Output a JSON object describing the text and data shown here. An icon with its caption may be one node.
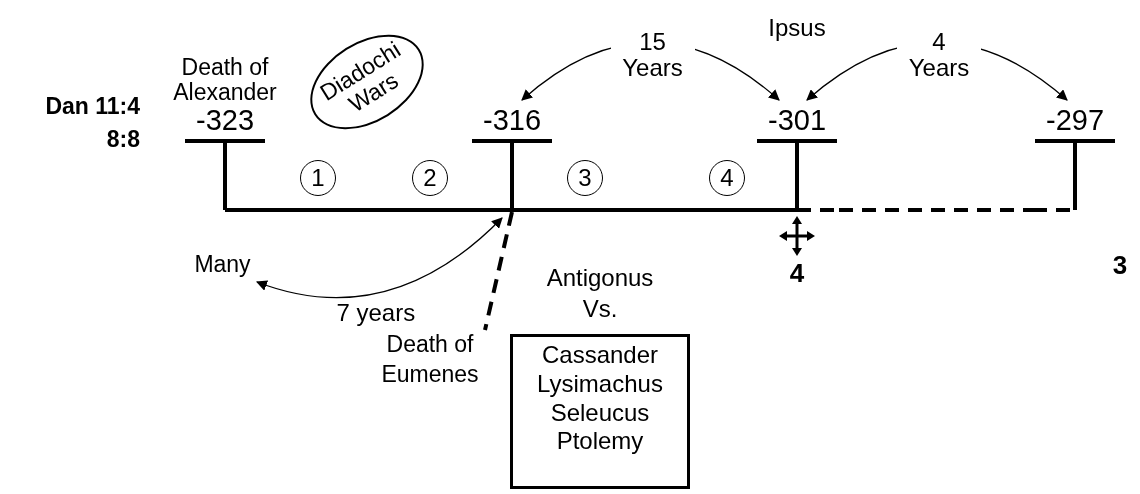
{
  "diagram": {
    "nodes": [
      {
        "text": [
          "Death of Alexander",
          "-323"
        ]
      },
      {
        "text": [
          "Diadochi Wars"
        ]
      },
      {
        "text": [
          "-316"
        ]
      },
      {
        "text": [
          "-301"
        ],
        "beside": [
          "Ipsus"
        ]
      },
      {
        "text": [
          "-297"
        ]
      },
      {
        "text": [
          "1"
        ]
      },
      {
        "text": [
          "2"
        ]
      },
      {
        "text": [
          "3"
        ]
      },
      {
        "text": [
          "4"
        ]
      },
      {
        "text": [
          "Many"
        ]
      },
      {
        "text": [
          "Death of Eumenes"
        ]
      },
      {
        "text": [
          "Antigonus Vs.",
          "Cassander Lysimachus Seleucus Ptolemy"
        ]
      }
    ],
    "edges": [
      {
        "from": 0,
        "to": 2,
        "arrow": "none"
      },
      {
        "from": 2,
        "to": 3,
        "arrow": "none"
      },
      {
        "from": 3,
        "to": 4,
        "arrow": "none",
        "style": "dashed"
      },
      {
        "from": 2,
        "to": 3,
        "arrow": "both",
        "label": "15 Years"
      },
      {
        "from": 3,
        "to": 4,
        "arrow": "both",
        "label": "4 Years"
      },
      {
        "from": 9,
        "to": 2,
        "arrow": "both",
        "label": "7 years"
      },
      {
        "from": 2,
        "to": 10,
        "arrow": "none",
        "style": "dashed"
      }
    ],
    "labels": [
      "Dan 11:4 8:8",
      "3",
      "4"
    ]
  }
}
